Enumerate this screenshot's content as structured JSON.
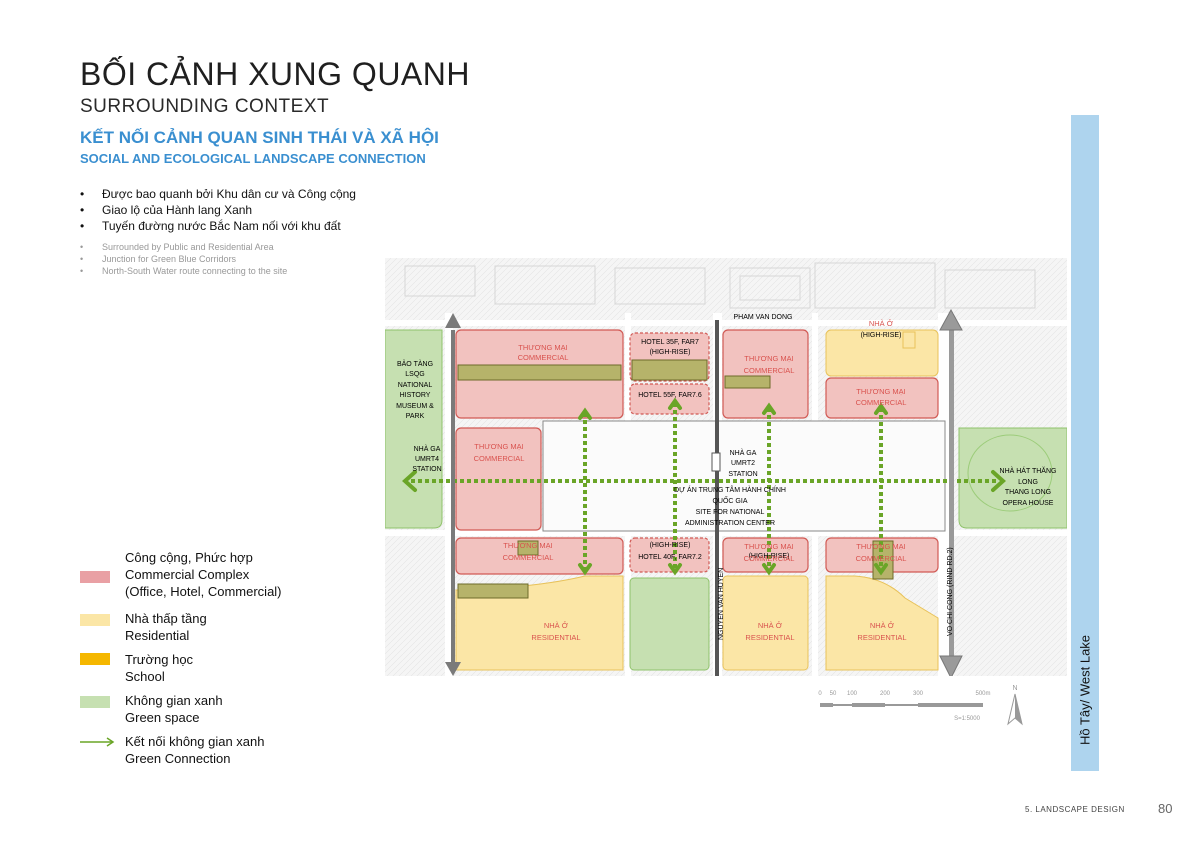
{
  "header": {
    "title_vn": "BỐI CẢNH XUNG QUANH",
    "title_en": "SURROUNDING CONTEXT",
    "subtitle_vn": "KẾT NỐI CẢNH QUAN SINH THÁI VÀ XÃ HỘI",
    "subtitle_en": "SOCIAL AND ECOLOGICAL LANDSCAPE CONNECTION"
  },
  "bullets_vn": [
    "Được bao quanh bởi Khu dân cư và Công cộng",
    "Giao lộ của Hành lang Xanh",
    "Tuyến đường nước Bắc Nam nối với khu đất"
  ],
  "bullets_en": [
    "Surrounded by Public and Residential Area",
    "Junction for Green Blue Corridors",
    "North-South Water route connecting to the site"
  ],
  "legend": [
    {
      "line1": "Công cộng, Phức hợp",
      "line2": "Commercial Complex",
      "line3": "(Office, Hotel, Commercial)",
      "color": "#e9a0a4"
    },
    {
      "line1": "Nhà thấp tầng",
      "line2": "Residential",
      "color": "#fbe6a6"
    },
    {
      "line1": "Trường học",
      "line2": "School",
      "color": "#f5b700"
    },
    {
      "line1": "Không gian xanh",
      "line2": "Green space",
      "color": "#c6e0b1"
    },
    {
      "line1": "Kết nối không gian xanh",
      "line2": "Green Connection",
      "color": "#6aa527",
      "icon": "arrow-icon"
    }
  ],
  "map": {
    "road_north": "PHAM VAN DONG",
    "road_center": "NGUYEN VAN HUYEN",
    "road_east": "VO CHI CONG (RIND RD.2)",
    "museum": [
      "BẢO TÀNG",
      "LSQG",
      "NATIONAL",
      "HISTORY",
      "MUSEUM &",
      "PARK"
    ],
    "station4": [
      "NHÀ GA",
      "UMRT4",
      "STATION"
    ],
    "station2": [
      "NHÀ GA",
      "UMRT2",
      "STATION"
    ],
    "opera": [
      "NHÀ HÁT THĂNG",
      "LONG",
      "THANG LONG",
      "OPERA HOUSE"
    ],
    "site": [
      "DỰ ÁN TRUNG TÂM HÀNH CHÍNH",
      "QUỐC GIA",
      "SITE FOR NATIONAL",
      "ADMINISTRATION CENTER"
    ],
    "commercial": [
      "THƯƠNG MẠI",
      "COMMERCIAL"
    ],
    "residential": [
      "NHÀ Ở",
      "RESIDENTIAL"
    ],
    "nha_o": "NHÀ Ở",
    "high_rise": "(HIGH-RISE)",
    "hotel_35f": "HOTEL 35F, FAR7",
    "hotel_55f": "HOTEL 55F, FAR7.6",
    "hotel_40f": "HOTEL 40F, FAR7.2",
    "scale_ticks": [
      "0",
      "50",
      "100",
      "200",
      "300",
      "500m"
    ],
    "scale_ratio": "S=1:5000",
    "north": "N"
  },
  "lake_label": "Hồ Tây/ West Lake",
  "footer": {
    "section": "5. LANDSCAPE DESIGN",
    "page": "80"
  }
}
